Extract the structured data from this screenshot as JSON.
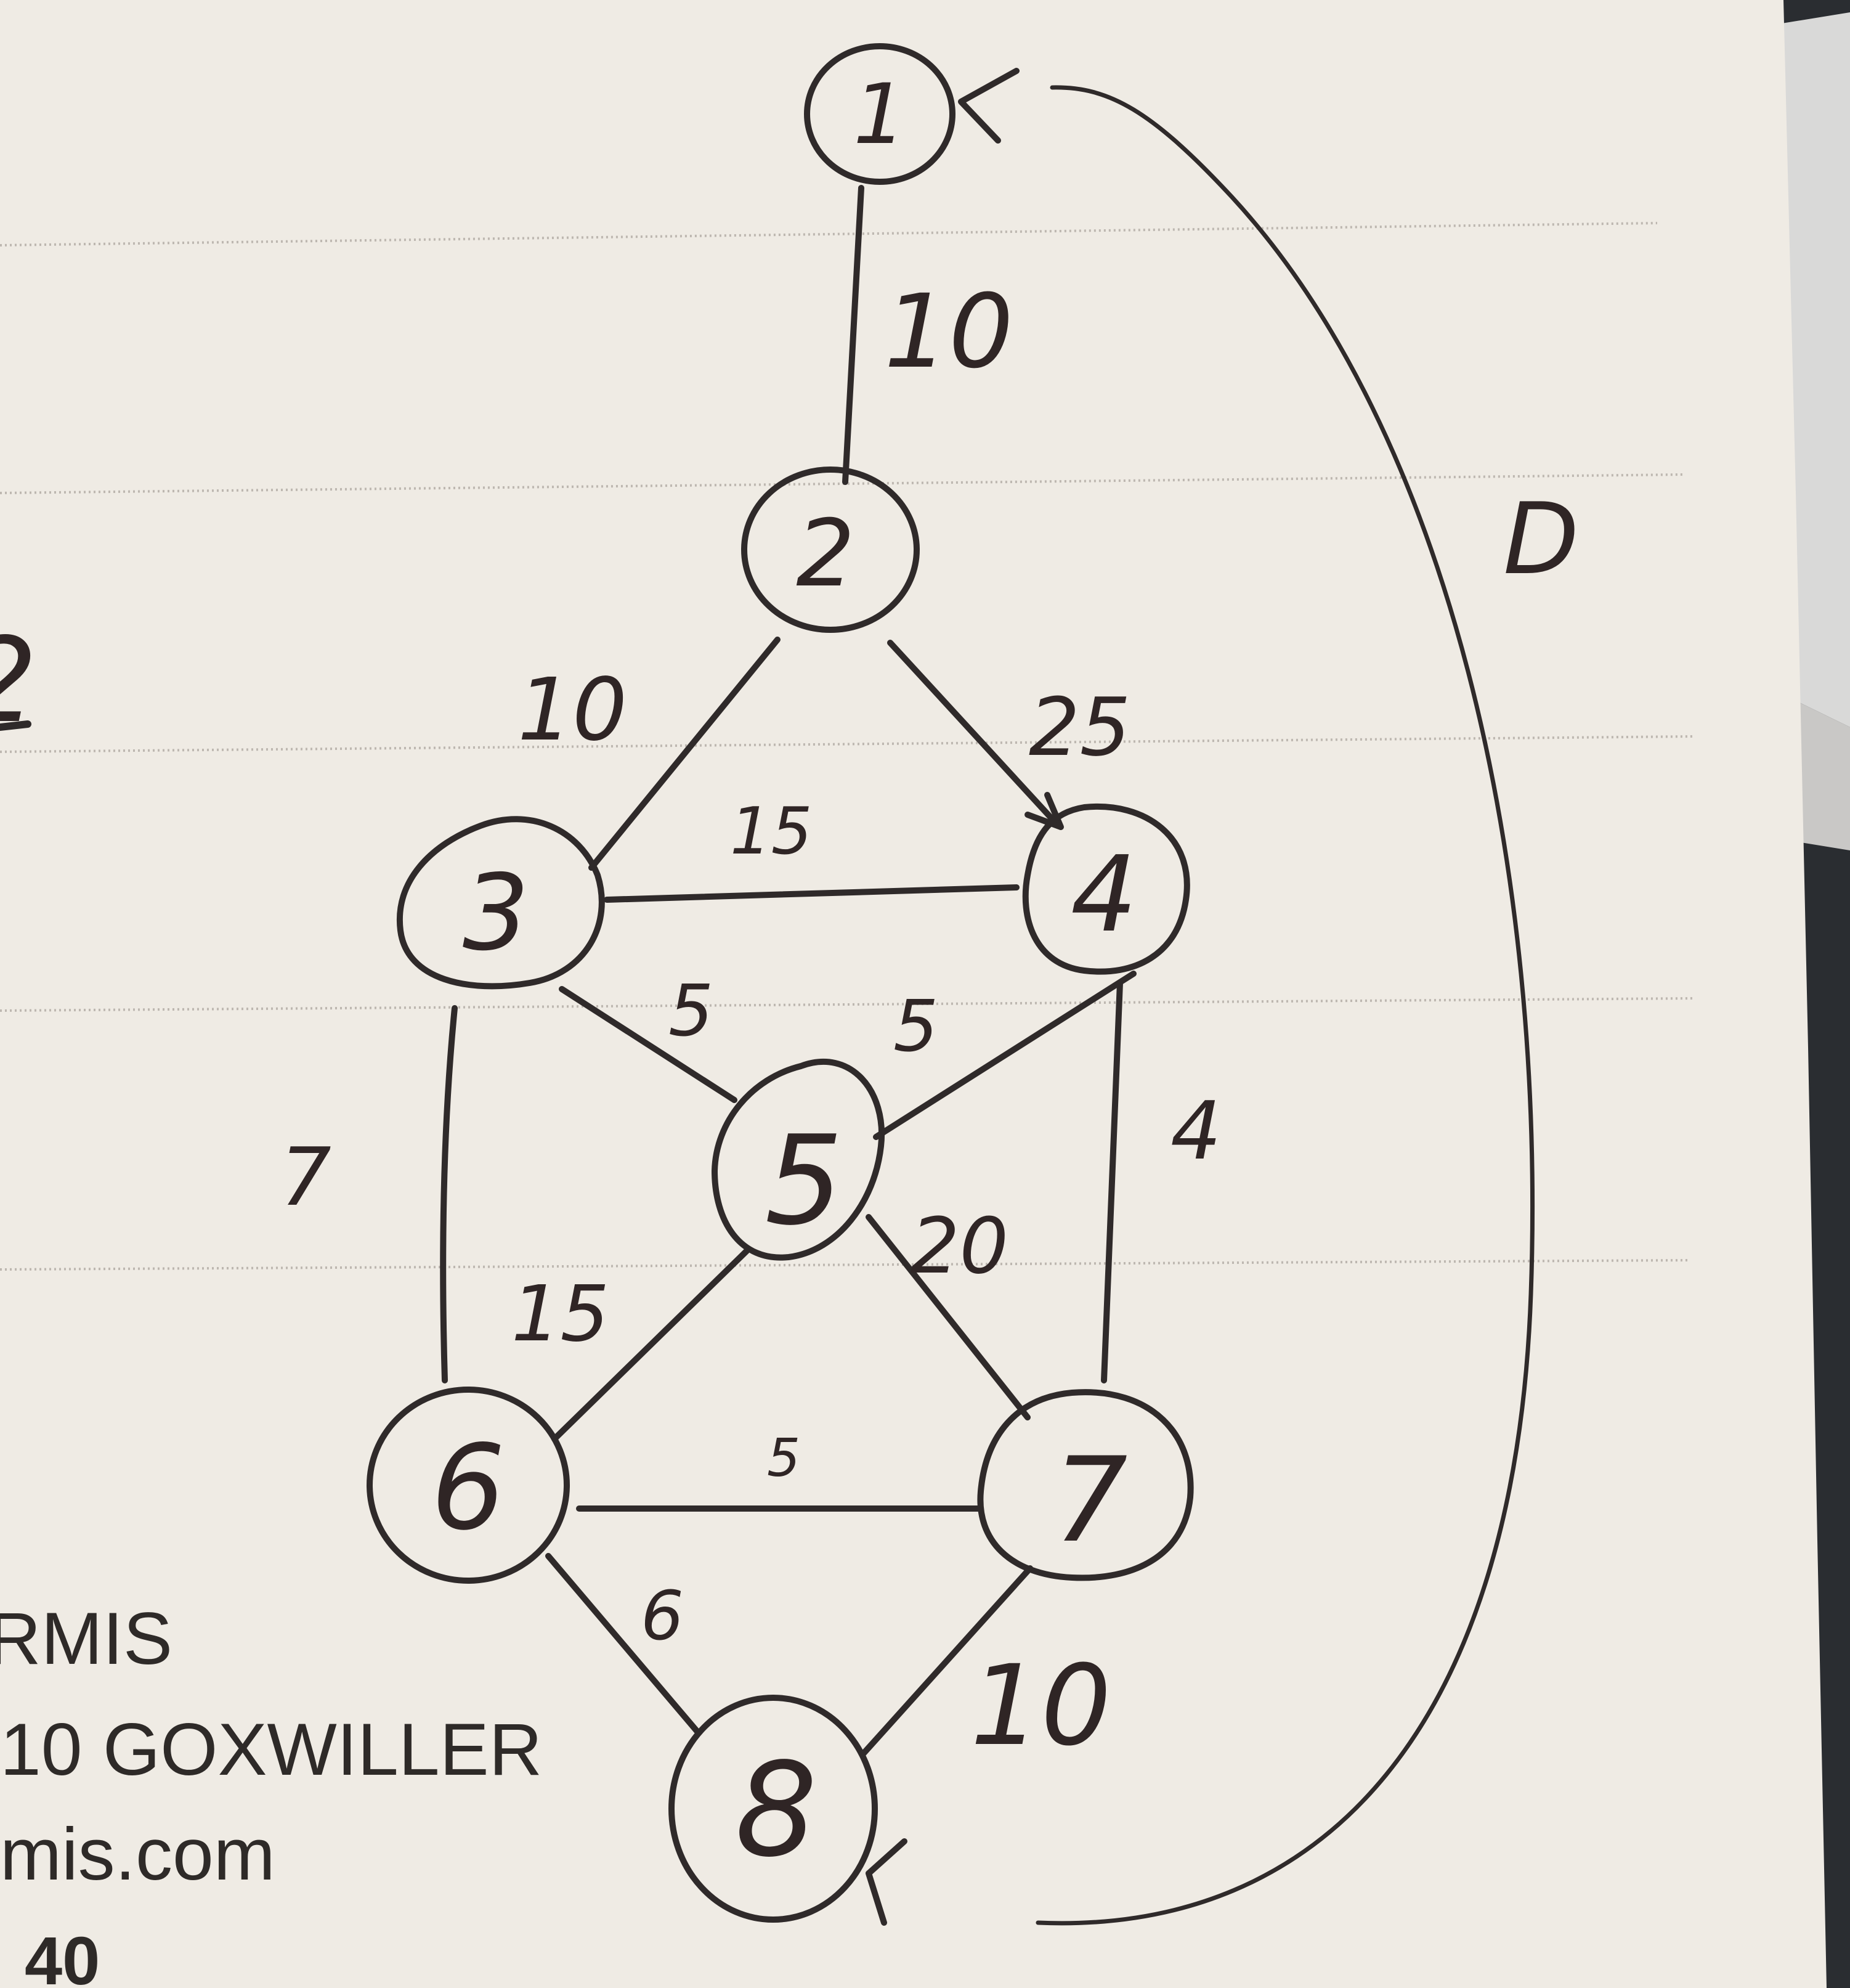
{
  "graph": {
    "nodes": [
      {
        "id": "n1",
        "label": "1"
      },
      {
        "id": "n2",
        "label": "2"
      },
      {
        "id": "n3",
        "label": "3"
      },
      {
        "id": "n4",
        "label": "4"
      },
      {
        "id": "n5",
        "label": "5"
      },
      {
        "id": "n6",
        "label": "6"
      },
      {
        "id": "n7",
        "label": "7"
      },
      {
        "id": "n8",
        "label": "8"
      }
    ],
    "edges": [
      {
        "from": "1",
        "to": "2",
        "weight": "10"
      },
      {
        "from": "2",
        "to": "3",
        "weight": "10"
      },
      {
        "from": "2",
        "to": "4",
        "weight": "25"
      },
      {
        "from": "3",
        "to": "4",
        "weight": "15"
      },
      {
        "from": "3",
        "to": "5",
        "weight": "5"
      },
      {
        "from": "4",
        "to": "5",
        "weight": "5"
      },
      {
        "from": "3",
        "to": "6",
        "weight": "7"
      },
      {
        "from": "4",
        "to": "7",
        "weight": "4"
      },
      {
        "from": "5",
        "to": "6",
        "weight": "15"
      },
      {
        "from": "5",
        "to": "7",
        "weight": "20"
      },
      {
        "from": "6",
        "to": "7",
        "weight": "5"
      },
      {
        "from": "6",
        "to": "8",
        "weight": "6"
      },
      {
        "from": "7",
        "to": "8",
        "weight": "10"
      },
      {
        "from": "8",
        "to": "1",
        "weight": "D"
      }
    ]
  },
  "margin_mark": "2",
  "printed_text": {
    "line1": "RMIS",
    "line2": "10 GOXWILLER",
    "line3": "mis.com",
    "line4": "40"
  },
  "colors": {
    "paper": "#efebe4",
    "ink": "#2f2525",
    "ruled_line": "#bdb7b0",
    "background_dark": "#2a2d31"
  }
}
